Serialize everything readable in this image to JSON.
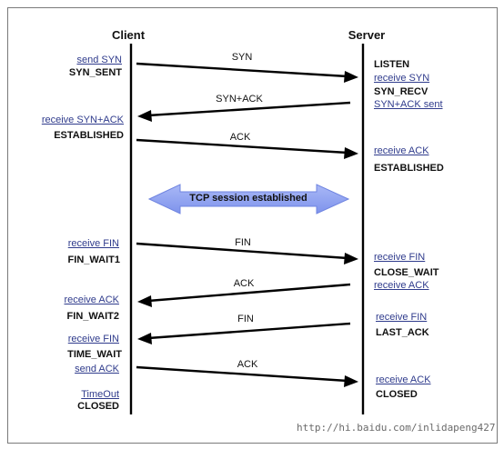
{
  "headers": {
    "client": "Client",
    "server": "Server"
  },
  "client_states": {
    "send_syn": "send SYN",
    "syn_sent": "SYN_SENT",
    "receive_syn_ack": "receive SYN+ACK",
    "established": "ESTABLISHED",
    "receive_fin_1": "receive FIN",
    "fin_wait1": "FIN_WAIT1",
    "receive_ack": "receive ACK",
    "fin_wait2": "FIN_WAIT2",
    "receive_fin_2": "receive FIN",
    "time_wait": "TIME_WAIT",
    "send_ack": "send ACK",
    "timeout": "TimeOut",
    "closed": "CLOSED"
  },
  "server_states": {
    "listen": "LISTEN",
    "receive_syn": "receive SYN",
    "syn_recv": "SYN_RECV",
    "syn_ack_sent": "SYN+ACK sent",
    "receive_ack_1": "receive ACK",
    "established": "ESTABLISHED",
    "receive_fin": "receive FIN",
    "close_wait": "CLOSE_WAIT",
    "receive_ack_2": "receive ACK",
    "receive_fin_2": "receive FIN",
    "last_ack": "LAST_ACK",
    "receive_ack_3": "receive ACK",
    "closed": "CLOSED"
  },
  "messages": [
    "SYN",
    "SYN+ACK",
    "ACK",
    "FIN",
    "ACK",
    "FIN",
    "ACK"
  ],
  "session_label": "TCP session established",
  "watermark": "http://hi.baidu.com/inlidapeng427",
  "colors": {
    "arrow": "#000000",
    "session_fill": "#8a9ef0",
    "session_edge": "#6f84e0"
  }
}
